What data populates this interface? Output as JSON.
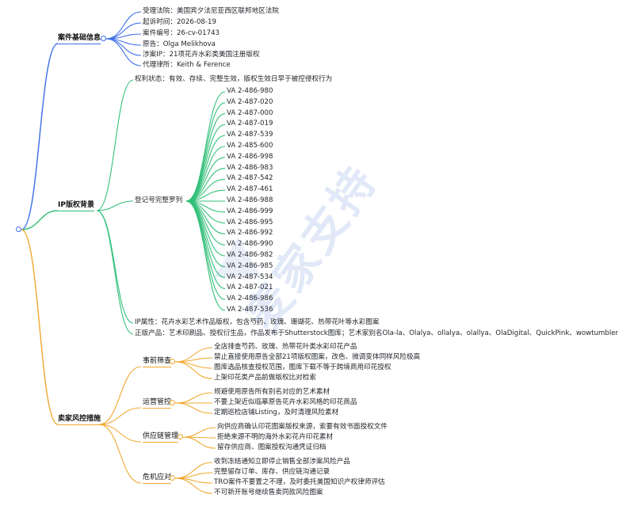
{
  "colors": {
    "blue": "#3b6ee8",
    "green": "#33c07a",
    "orange": "#f0a830"
  },
  "root": {
    "icon": "root-circle"
  },
  "watermark": {
    "text": "麦家支持"
  },
  "case_info": {
    "title": "案件基础信息",
    "items": [
      "受理法院：美国宾夕法尼亚西区联邦地区法院",
      "起诉时间：2026-08-19",
      "案件编号：26-cv-01743",
      "原告：Olga Melikhova",
      "涉案IP：21项花卉水彩类美国注册版权",
      "代理律所：Keith & Ference"
    ]
  },
  "ip_background": {
    "title": "IP版权背景",
    "rights_status": "权利状态：有效、存续、完整生效，版权生效日早于被控侵权行为",
    "registrations_label": "登记号完整罗列",
    "registrations": [
      "VA 2-486-980",
      "VA 2-487-020",
      "VA 2-487-000",
      "VA 2-487-019",
      "VA 2-487-539",
      "VA 2-485-600",
      "VA 2-486-998",
      "VA 2-486-983",
      "VA 2-487-542",
      "VA 2-487-461",
      "VA 2-486-988",
      "VA 2-486-999",
      "VA 2-486-995",
      "VA 2-486-992",
      "VA 2-486-990",
      "VA 2-486-982",
      "VA 2-486-985",
      "VA 2-487-534",
      "VA 2-487-021",
      "VA 2-486-986",
      "VA 2-487-536"
    ],
    "ip_attribute": "IP属性：花卉水彩艺术作品版权，包含芍药、玫瑰、珊瑚花、热带花叶等水彩图案",
    "genuine_products": "正版产品：艺术印刷品、授权衍生品，作品发布于Shutterstock图库；艺术家别名Ola-la、Olalya、ollalya、olallya、OlaDigital、QuickPink、wowtumbler"
  },
  "risk_control": {
    "title": "卖家风控措施",
    "groups": [
      {
        "label": "事前筛查",
        "items": [
          "全店排查芍药、玫瑰、热带花叶类水彩印花产品",
          "禁止直接使用原告全部21项版权图案，改色、微调变体同样风险极高",
          "图库选品核查授权范围，图库下载不等于跨境商用印花授权",
          "上架印花类产品前做版权比对检索"
        ]
      },
      {
        "label": "运营管控",
        "items": [
          "规避使用原告所有别名对应的艺术素材",
          "不要上架近似临摹原告花卉水彩风格的印花商品",
          "定期巡检店铺Listing，及时清理风险素材"
        ]
      },
      {
        "label": "供应链管理",
        "items": [
          "向供应商确认印花图案版权来源，索要有效书面授权文件",
          "拒绝来源不明的海外水彩花卉印花素材",
          "留存供应商、图案授权沟通凭证归档"
        ]
      },
      {
        "label": "危机应对",
        "items": [
          "收到冻结通知立即停止销售全部涉案风险产品",
          "完整留存订单、库存、供应链沟通记录",
          "TRO案件不要置之不理，及时委托美国知识产权律师评估",
          "不可新开账号继续售卖同款风险图案"
        ]
      }
    ]
  }
}
